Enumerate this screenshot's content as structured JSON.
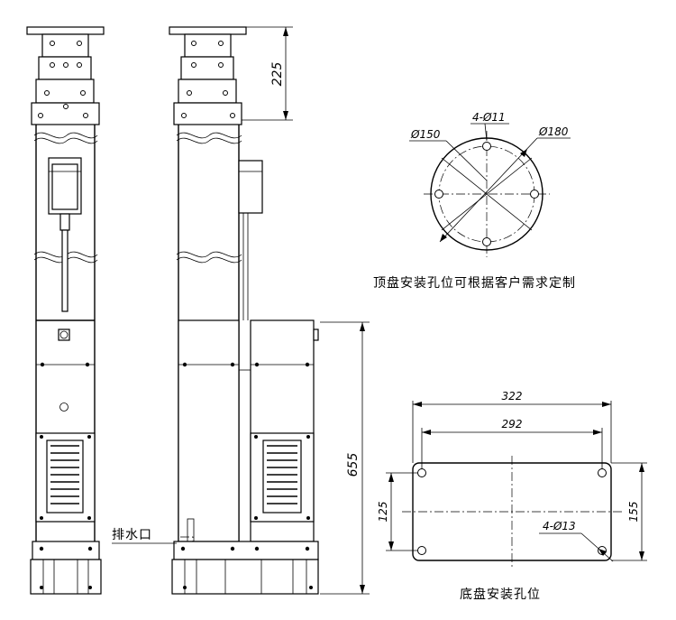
{
  "labels": {
    "top_plate_note": "顶盘安装孔位可根据客户需求定制",
    "base_plate_note": "底盘安装孔位",
    "drain": "排水口"
  },
  "dimensions": {
    "column_top_height": "225",
    "total_height": "655",
    "top_hole_pattern": "4-Ø11",
    "top_bolt_circle": "Ø150",
    "top_plate_dia": "Ø180",
    "base_width": "322",
    "base_hole_spacing_x": "292",
    "base_depth": "155",
    "base_hole_spacing_y": "125",
    "base_hole_pattern": "4-Ø13"
  }
}
